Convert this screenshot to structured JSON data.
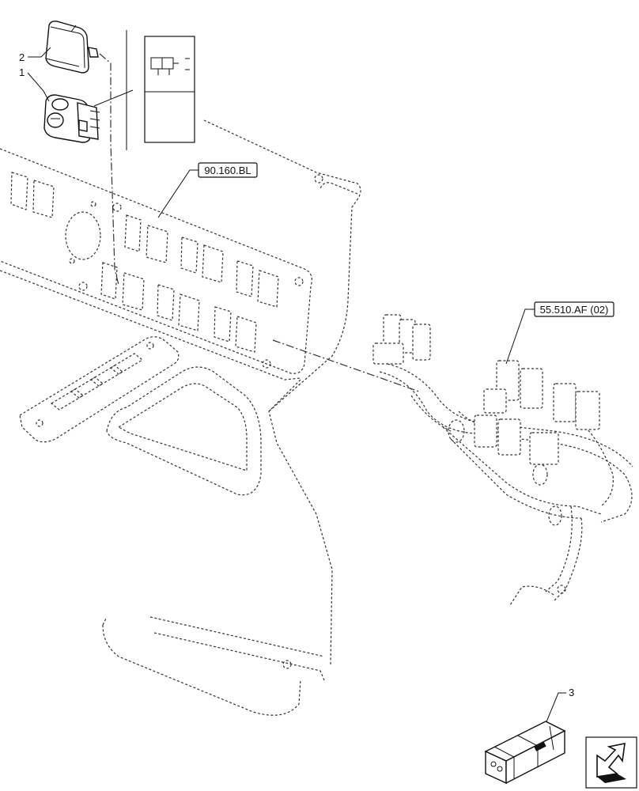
{
  "diagram": {
    "callouts": [
      {
        "id": "callout-1",
        "text": "1"
      },
      {
        "id": "callout-2",
        "text": "2"
      },
      {
        "id": "callout-3",
        "text": "3"
      }
    ],
    "references": [
      {
        "id": "ref-90-160-bl",
        "text": "90.160.BL"
      },
      {
        "id": "ref-55-510-af",
        "text": "55.510.AF (02)"
      }
    ],
    "icons": [
      "switch-symbol-icon",
      "kit-box-icon",
      "navigation-arrow-icon"
    ]
  }
}
